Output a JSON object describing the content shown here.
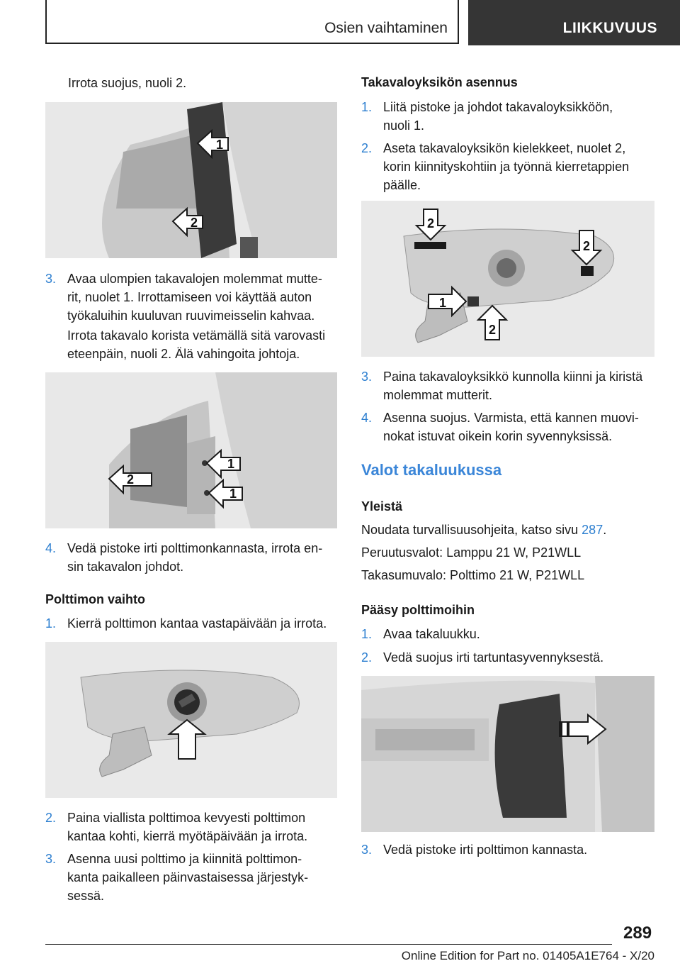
{
  "header": {
    "section_title": "Osien vaihtaminen",
    "chapter_title": "LIIKKUVUUS"
  },
  "left": {
    "intro": "Irrota suojus, nuoli 2.",
    "step3_num": "3.",
    "step3_line1": "Avaa ulompien takavalojen molemmat mutte-",
    "step3_line2": "rit, nuolet 1. Irrottamiseen voi käyttää auton",
    "step3_line3": "työkaluihin kuuluvan ruuvimeisselin kahvaa.",
    "step3_extra1": "Irrota takavalo korista vetämällä sitä varovasti",
    "step3_extra2": "eteenpäin, nuoli 2. Älä vahingoita johtoja.",
    "step4_num": "4.",
    "step4_line1": "Vedä pistoke irti polttimonkannasta, irrota en-",
    "step4_line2": "sin takavalon johdot.",
    "bulb_heading": "Polttimon vaihto",
    "b1_num": "1.",
    "b1_text": "Kierrä polttimon kantaa vastapäivään ja irrota.",
    "b2_num": "2.",
    "b2_line1": "Paina viallista polttimoa kevyesti polttimon",
    "b2_line2": "kantaa kohti, kierrä myötäpäivään ja irrota.",
    "b3_num": "3.",
    "b3_line1": "Asenna uusi polttimo ja kiinnitä polttimon-",
    "b3_line2": "kanta paikalleen päinvastaisessa järjestyk-",
    "b3_line3": "sessä.",
    "fig1_labels": [
      "1",
      "2"
    ],
    "fig2_labels": [
      "1",
      "1",
      "2"
    ]
  },
  "right": {
    "install_heading": "Takavaloyksikön asennus",
    "i1_num": "1.",
    "i1_line1": "Liitä pistoke ja johdot takavaloyksikköön,",
    "i1_line2": "nuoli 1.",
    "i2_num": "2.",
    "i2_line1": "Aseta takavaloyksikön kielekkeet, nuolet 2,",
    "i2_line2": "korin kiinnityskohtiin ja työnnä kierretappien",
    "i2_line3": "päälle.",
    "i3_num": "3.",
    "i3_line1": "Paina takavaloyksikkö kunnolla kiinni ja kiristä",
    "i3_line2": "molemmat mutterit.",
    "i4_num": "4.",
    "i4_line1": "Asenna suojus. Varmista, että kannen muovi-",
    "i4_line2": "nokat istuvat oikein korin syvennyksissä.",
    "section_heading": "Valot takaluukussa",
    "general_heading": "Yleistä",
    "general_p1_pre": "Noudata turvallisuusohjeita, katso sivu ",
    "general_p1_link": "287",
    "general_p1_post": ".",
    "general_p2": "Peruutusvalot: Lamppu 21 W, P21WLL",
    "general_p3": "Takasumuvalo: Polttimo 21 W, P21WLL",
    "access_heading": "Pääsy polttimoihin",
    "a1_num": "1.",
    "a1_text": "Avaa takaluukku.",
    "a2_num": "2.",
    "a2_text": "Vedä suojus irti tartuntasyvennyksestä.",
    "a3_num": "3.",
    "a3_text": "Vedä pistoke irti polttimon kannasta.",
    "fig4_labels": [
      "2",
      "2",
      "1",
      "2"
    ]
  },
  "footer": {
    "page_number": "289",
    "edition": "Online Edition for Part no. 01405A1E764 - X/20"
  },
  "colors": {
    "accent": "#2d7fd0",
    "heading_blue": "#3b86d8",
    "header_dark": "#353535"
  }
}
